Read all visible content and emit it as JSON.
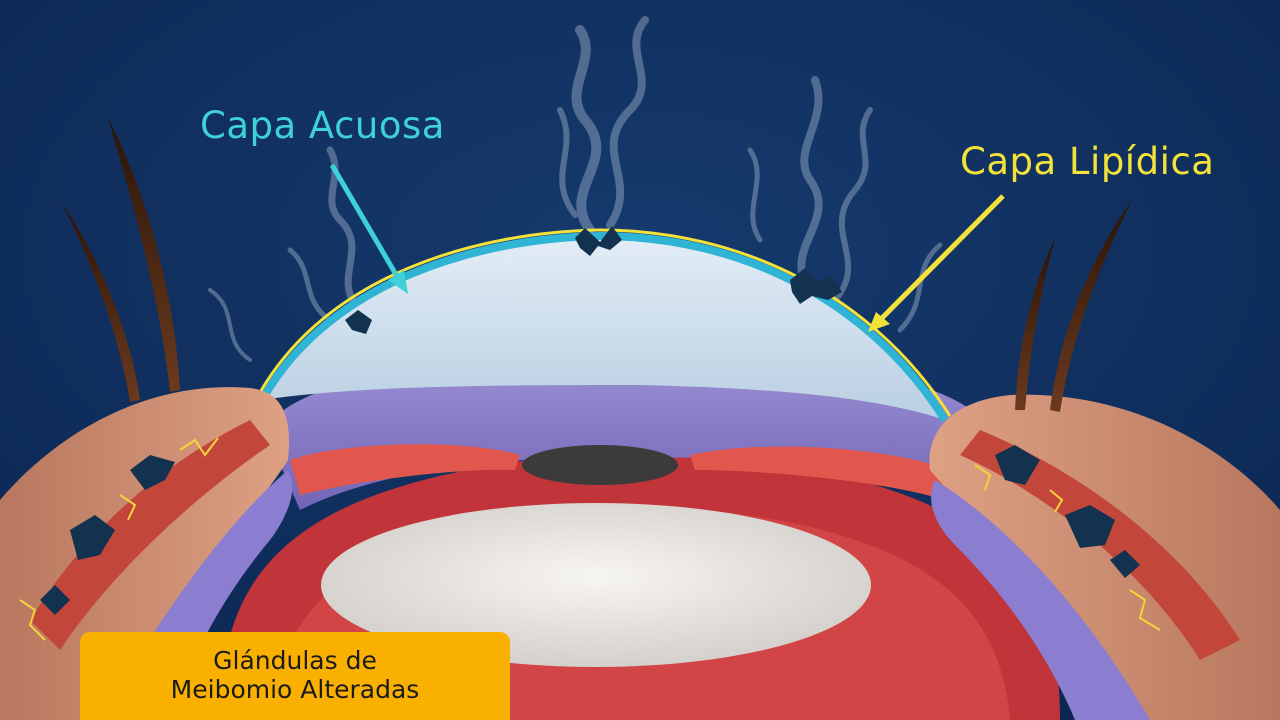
{
  "labels": {
    "aqueous_layer": "Capa Acuosa",
    "lipid_layer": "Capa Lipídica"
  },
  "badge": {
    "line1": "Glándulas de",
    "line2": "Meibomio Alteradas"
  },
  "colors": {
    "background": "#0d2a56",
    "aqueous": "#3fd0d8",
    "lipid": "#f2e23a",
    "badge": "#f9b000"
  }
}
